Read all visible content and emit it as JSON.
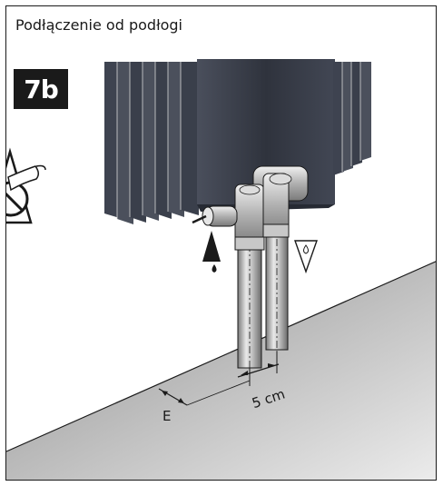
{
  "header": {
    "title": "Podłączenie od podłogi",
    "step": "7b"
  },
  "labels": {
    "distance": "5 cm",
    "wall_gap": "E"
  },
  "icons": {
    "warning": "teflon-tape-warning-icon",
    "supply": "supply-flow-arrow-icon",
    "return": "return-flow-arrow-icon"
  },
  "colors": {
    "radiator": "#3e4350",
    "floor": "#9a9a9a",
    "outline": "#1a1a1a"
  }
}
